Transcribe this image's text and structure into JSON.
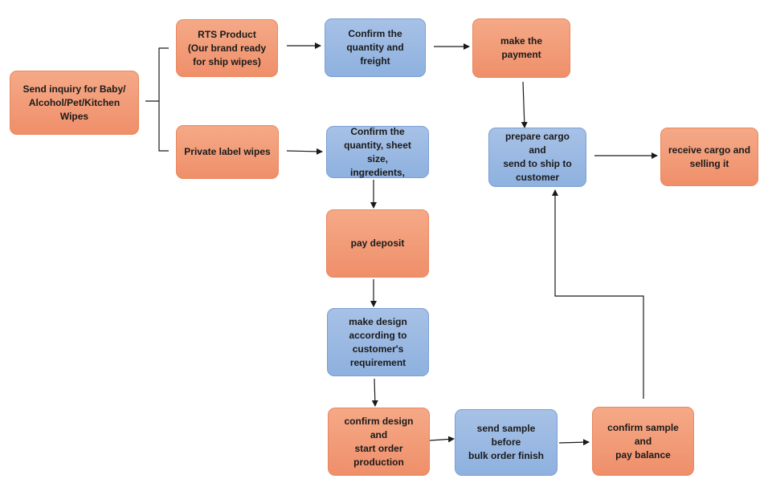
{
  "colors": {
    "orange_fill": "#f29b77",
    "blue_fill": "#99b8e2",
    "connector": "#1a1a1a"
  },
  "nodes": {
    "inquiry": "Send inquiry for Baby/\nAlcohol/Pet/Kitchen\nWipes",
    "rts_product": "RTS Product\n(Our brand ready\nfor ship wipes)",
    "private_label": "Private label wipes",
    "confirm_qty_freight": "Confirm the\nquantity and freight",
    "confirm_qty_sheet": "Confirm the\nquantity, sheet size,\ningredients,",
    "make_payment": "make the payment",
    "prepare_cargo": "prepare cargo and\nsend to ship to\ncustomer",
    "receive_cargo": "receive cargo and\nselling it",
    "pay_deposit": "pay deposit",
    "make_design": "make design\naccording to\ncustomer's\nrequirement",
    "confirm_design": "confirm design and\nstart order\nproduction",
    "send_sample": "send sample before\nbulk order finish",
    "confirm_sample": "confirm sample and\npay balance"
  }
}
